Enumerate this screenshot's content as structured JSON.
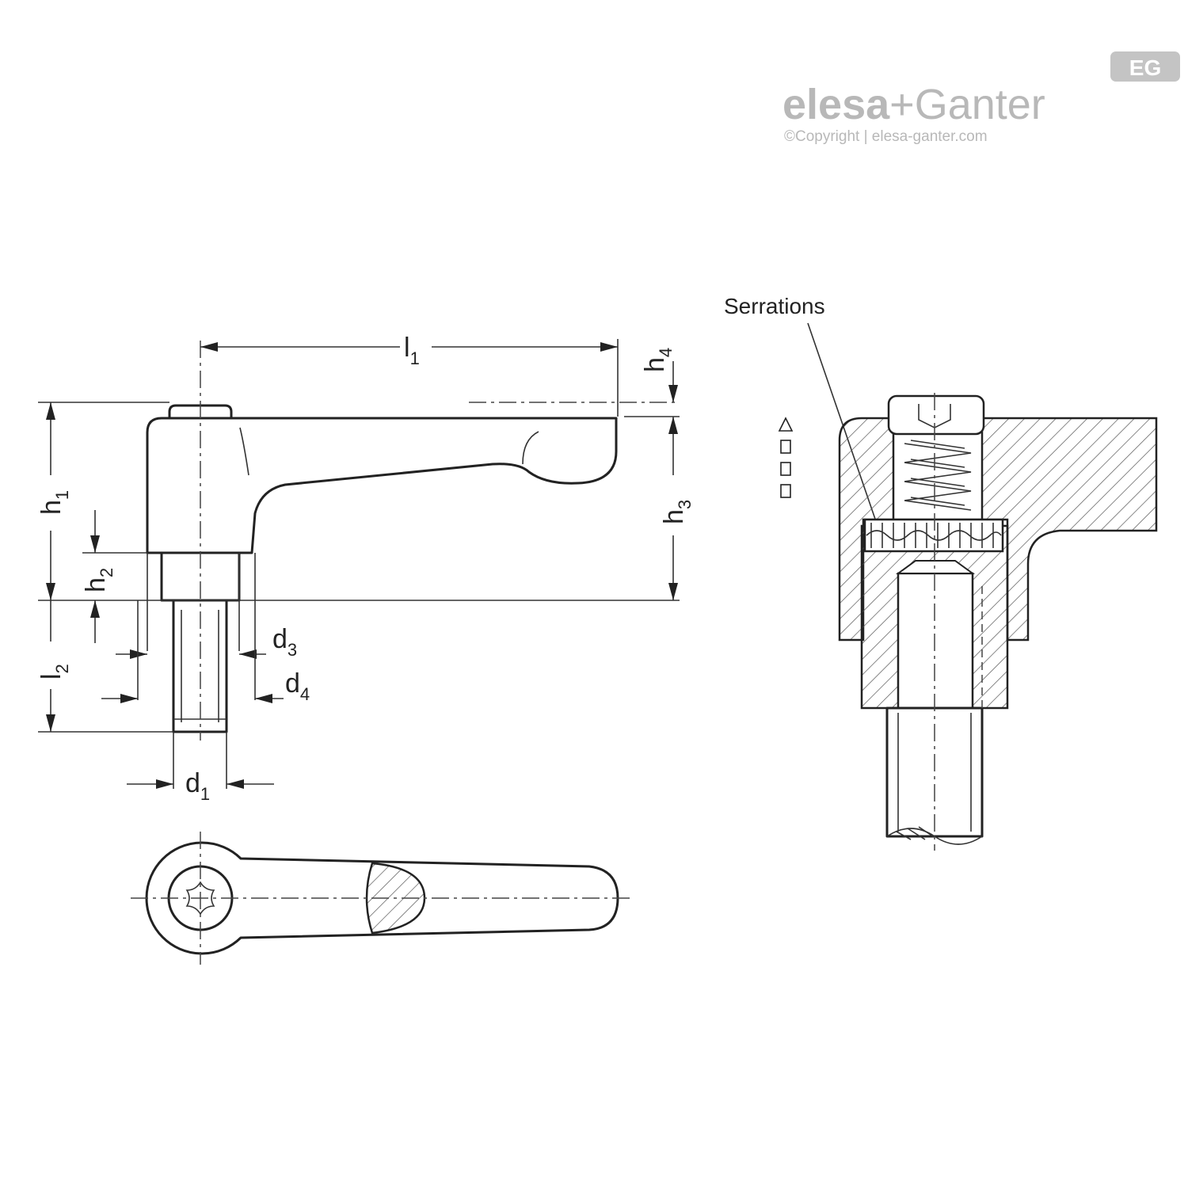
{
  "brand": {
    "badge": "EG",
    "name_part1": "elesa",
    "plus": "+",
    "name_part2": "Ganter",
    "copyright": "©Copyright | elesa-ganter.com"
  },
  "section_note": "Serrations",
  "dimensions": {
    "l1": {
      "main": "l",
      "sub": "1"
    },
    "l2": {
      "main": "l",
      "sub": "2"
    },
    "h1": {
      "main": "h",
      "sub": "1"
    },
    "h2": {
      "main": "h",
      "sub": "2"
    },
    "h3": {
      "main": "h",
      "sub": "3"
    },
    "h4": {
      "main": "h",
      "sub": "4"
    },
    "d1": {
      "main": "d",
      "sub": "1"
    },
    "d3": {
      "main": "d",
      "sub": "3"
    },
    "d4": {
      "main": "d",
      "sub": "4"
    }
  }
}
